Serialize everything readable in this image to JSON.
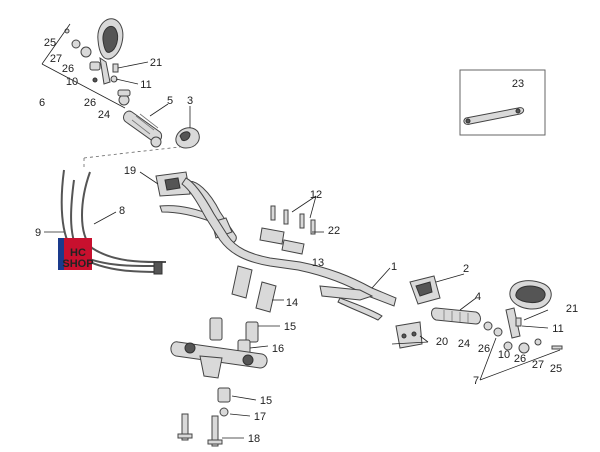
{
  "logo": {
    "line1": "HC",
    "line2": "SHOP",
    "bg": "#c8102e",
    "band": "#1a3a8c"
  },
  "labels": [
    {
      "id": "n25a",
      "text": "25"
    },
    {
      "id": "n27a",
      "text": "27"
    },
    {
      "id": "n26a",
      "text": "26"
    },
    {
      "id": "n10a",
      "text": "10"
    },
    {
      "id": "n6",
      "text": "6"
    },
    {
      "id": "n26b",
      "text": "26"
    },
    {
      "id": "n24a",
      "text": "24"
    },
    {
      "id": "n21a",
      "text": "21"
    },
    {
      "id": "n11a",
      "text": "11"
    },
    {
      "id": "n5",
      "text": "5"
    },
    {
      "id": "n3",
      "text": "3"
    },
    {
      "id": "n23",
      "text": "23"
    },
    {
      "id": "n19",
      "text": "19"
    },
    {
      "id": "n12",
      "text": "12"
    },
    {
      "id": "n22",
      "text": "22"
    },
    {
      "id": "n13",
      "text": "13"
    },
    {
      "id": "n9",
      "text": "9"
    },
    {
      "id": "n8",
      "text": "8"
    },
    {
      "id": "n1",
      "text": "1"
    },
    {
      "id": "n2",
      "text": "2"
    },
    {
      "id": "n4",
      "text": "4"
    },
    {
      "id": "n14",
      "text": "14"
    },
    {
      "id": "n15a",
      "text": "15"
    },
    {
      "id": "n16",
      "text": "16"
    },
    {
      "id": "n20",
      "text": "20"
    },
    {
      "id": "n24b",
      "text": "24"
    },
    {
      "id": "n26c",
      "text": "26"
    },
    {
      "id": "n10b",
      "text": "10"
    },
    {
      "id": "n26d",
      "text": "26"
    },
    {
      "id": "n27b",
      "text": "27"
    },
    {
      "id": "n25b",
      "text": "25"
    },
    {
      "id": "n21b",
      "text": "21"
    },
    {
      "id": "n11b",
      "text": "11"
    },
    {
      "id": "n7",
      "text": "7"
    },
    {
      "id": "n15b",
      "text": "15"
    },
    {
      "id": "n17",
      "text": "17"
    },
    {
      "id": "n18",
      "text": "18"
    }
  ]
}
